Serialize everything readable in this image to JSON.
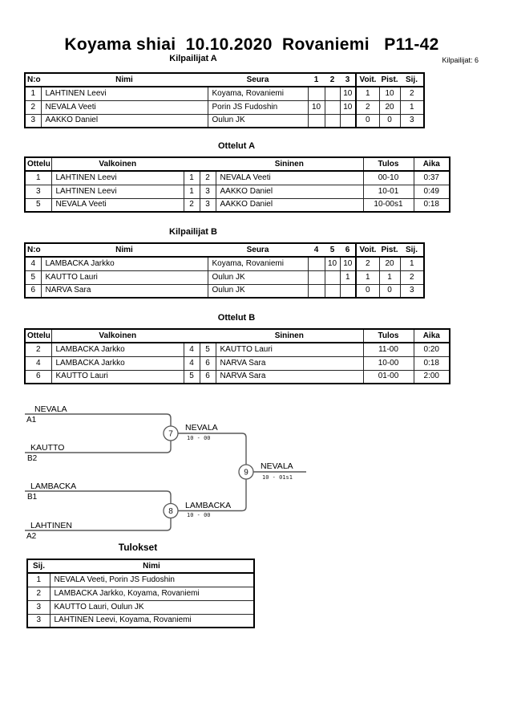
{
  "header": {
    "title": "Koyama shiai  10.10.2020  Rovaniemi   P11-42",
    "competitors_label": "Kilpailijat: 6"
  },
  "pool_a": {
    "title": "Kilpailijat A",
    "headers": {
      "no": "N:o",
      "name": "Nimi",
      "club": "Seura",
      "c1": "1",
      "c2": "2",
      "c3": "3",
      "wins": "Voit.",
      "points": "Pist.",
      "place": "Sij."
    },
    "rows": [
      {
        "no": "1",
        "name": "LAHTINEN Leevi",
        "club": "Koyama, Rovaniemi",
        "c1": "",
        "c2": "",
        "c3": "10",
        "wins": "1",
        "points": "10",
        "place": "2"
      },
      {
        "no": "2",
        "name": "NEVALA Veeti",
        "club": "Porin JS Fudoshin",
        "c1": "10",
        "c2": "",
        "c3": "10",
        "wins": "2",
        "points": "20",
        "place": "1"
      },
      {
        "no": "3",
        "name": "AAKKO Daniel",
        "club": "Oulun JK",
        "c1": "",
        "c2": "",
        "c3": "",
        "wins": "0",
        "points": "0",
        "place": "3"
      }
    ]
  },
  "matches_a": {
    "title": "Ottelut A",
    "headers": {
      "match": "Ottelu",
      "white": "Valkoinen",
      "blue": "Sininen",
      "result": "Tulos",
      "time": "Aika"
    },
    "rows": [
      {
        "match": "1",
        "white": "LAHTINEN Leevi",
        "wno": "1",
        "bno": "2",
        "blue": "NEVALA Veeti",
        "result": "00-10",
        "time": "0:37"
      },
      {
        "match": "3",
        "white": "LAHTINEN Leevi",
        "wno": "1",
        "bno": "3",
        "blue": "AAKKO Daniel",
        "result": "10-01",
        "time": "0:49"
      },
      {
        "match": "5",
        "white": "NEVALA Veeti",
        "wno": "2",
        "bno": "3",
        "blue": "AAKKO Daniel",
        "result": "10-00s1",
        "time": "0:18"
      }
    ]
  },
  "pool_b": {
    "title": "Kilpailijat B",
    "headers": {
      "no": "N:o",
      "name": "Nimi",
      "club": "Seura",
      "c1": "4",
      "c2": "5",
      "c3": "6",
      "wins": "Voit.",
      "points": "Pist.",
      "place": "Sij."
    },
    "rows": [
      {
        "no": "4",
        "name": "LAMBACKA Jarkko",
        "club": "Koyama, Rovaniemi",
        "c1": "",
        "c2": "10",
        "c3": "10",
        "wins": "2",
        "points": "20",
        "place": "1"
      },
      {
        "no": "5",
        "name": "KAUTTO Lauri",
        "club": "Oulun JK",
        "c1": "",
        "c2": "",
        "c3": "1",
        "wins": "1",
        "points": "1",
        "place": "2"
      },
      {
        "no": "6",
        "name": "NARVA Sara",
        "club": "Oulun JK",
        "c1": "",
        "c2": "",
        "c3": "",
        "wins": "0",
        "points": "0",
        "place": "3"
      }
    ]
  },
  "matches_b": {
    "title": "Ottelut B",
    "headers": {
      "match": "Ottelu",
      "white": "Valkoinen",
      "blue": "Sininen",
      "result": "Tulos",
      "time": "Aika"
    },
    "rows": [
      {
        "match": "2",
        "white": "LAMBACKA Jarkko",
        "wno": "4",
        "bno": "5",
        "blue": "KAUTTO Lauri",
        "result": "11-00",
        "time": "0:20"
      },
      {
        "match": "4",
        "white": "LAMBACKA Jarkko",
        "wno": "4",
        "bno": "6",
        "blue": "NARVA Sara",
        "result": "10-00",
        "time": "0:18"
      },
      {
        "match": "6",
        "white": "KAUTTO Lauri",
        "wno": "5",
        "bno": "6",
        "blue": "NARVA Sara",
        "result": "01-00",
        "time": "2:00"
      }
    ]
  },
  "bracket": {
    "semi1": {
      "top_name": "NEVALA",
      "top_seed": "A1",
      "bottom_name": "KAUTTO",
      "bottom_seed": "B2",
      "match_no": "7",
      "winner": "NEVALA",
      "score": "10 - 00"
    },
    "semi2": {
      "top_name": "LAMBACKA",
      "top_seed": "B1",
      "bottom_name": "LAHTINEN",
      "bottom_seed": "A2",
      "match_no": "8",
      "winner": "LAMBACKA",
      "score": "10 - 00"
    },
    "final": {
      "match_no": "9",
      "winner": "NEVALA",
      "score": "10 - 01s1"
    }
  },
  "results": {
    "title": "Tulokset",
    "headers": {
      "place": "Sij.",
      "name": "Nimi"
    },
    "rows": [
      {
        "place": "1",
        "name": "NEVALA Veeti, Porin JS Fudoshin"
      },
      {
        "place": "2",
        "name": "LAMBACKA Jarkko, Koyama, Rovaniemi"
      },
      {
        "place": "3",
        "name": "KAUTTO Lauri, Oulun JK"
      },
      {
        "place": "3",
        "name": "LAHTINEN Leevi, Koyama, Rovaniemi"
      }
    ]
  }
}
